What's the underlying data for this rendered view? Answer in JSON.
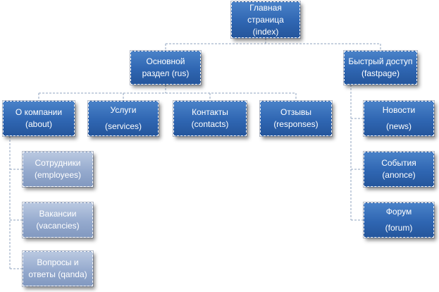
{
  "diagram": {
    "nodes": {
      "index": {
        "line1": "Главная",
        "line2": "страница",
        "line3": "(index)"
      },
      "rus": {
        "line1": "Основной",
        "line2": "раздел (rus)"
      },
      "fastpage": {
        "line1": "Быстрый доступ",
        "line2": "(fastpage)"
      },
      "about": {
        "line1": "О компании",
        "line2": "(about)"
      },
      "services": {
        "line1": "Услуги",
        "line2": "(services)"
      },
      "contacts": {
        "line1": "Контакты",
        "line2": "(contacts)"
      },
      "responses": {
        "line1": "Отзывы",
        "line2": "(responses)"
      },
      "employees": {
        "line1": "Сотрудники",
        "line2": "(employees)"
      },
      "vacancies": {
        "line1": "Вакансии",
        "line2": "(vacancies)"
      },
      "qanda": {
        "line1": "Вопросы и",
        "line2": "ответы (qanda)"
      },
      "news": {
        "line1": "Новости",
        "line2": "(news)"
      },
      "anonce": {
        "line1": "События",
        "line2": "(anonce)"
      },
      "forum": {
        "line1": "Форум",
        "line2": "(forum)"
      }
    },
    "colors": {
      "primary_node": "#2f66b2",
      "secondary_node": "#95aace",
      "connector": "#8fa3bf"
    }
  }
}
